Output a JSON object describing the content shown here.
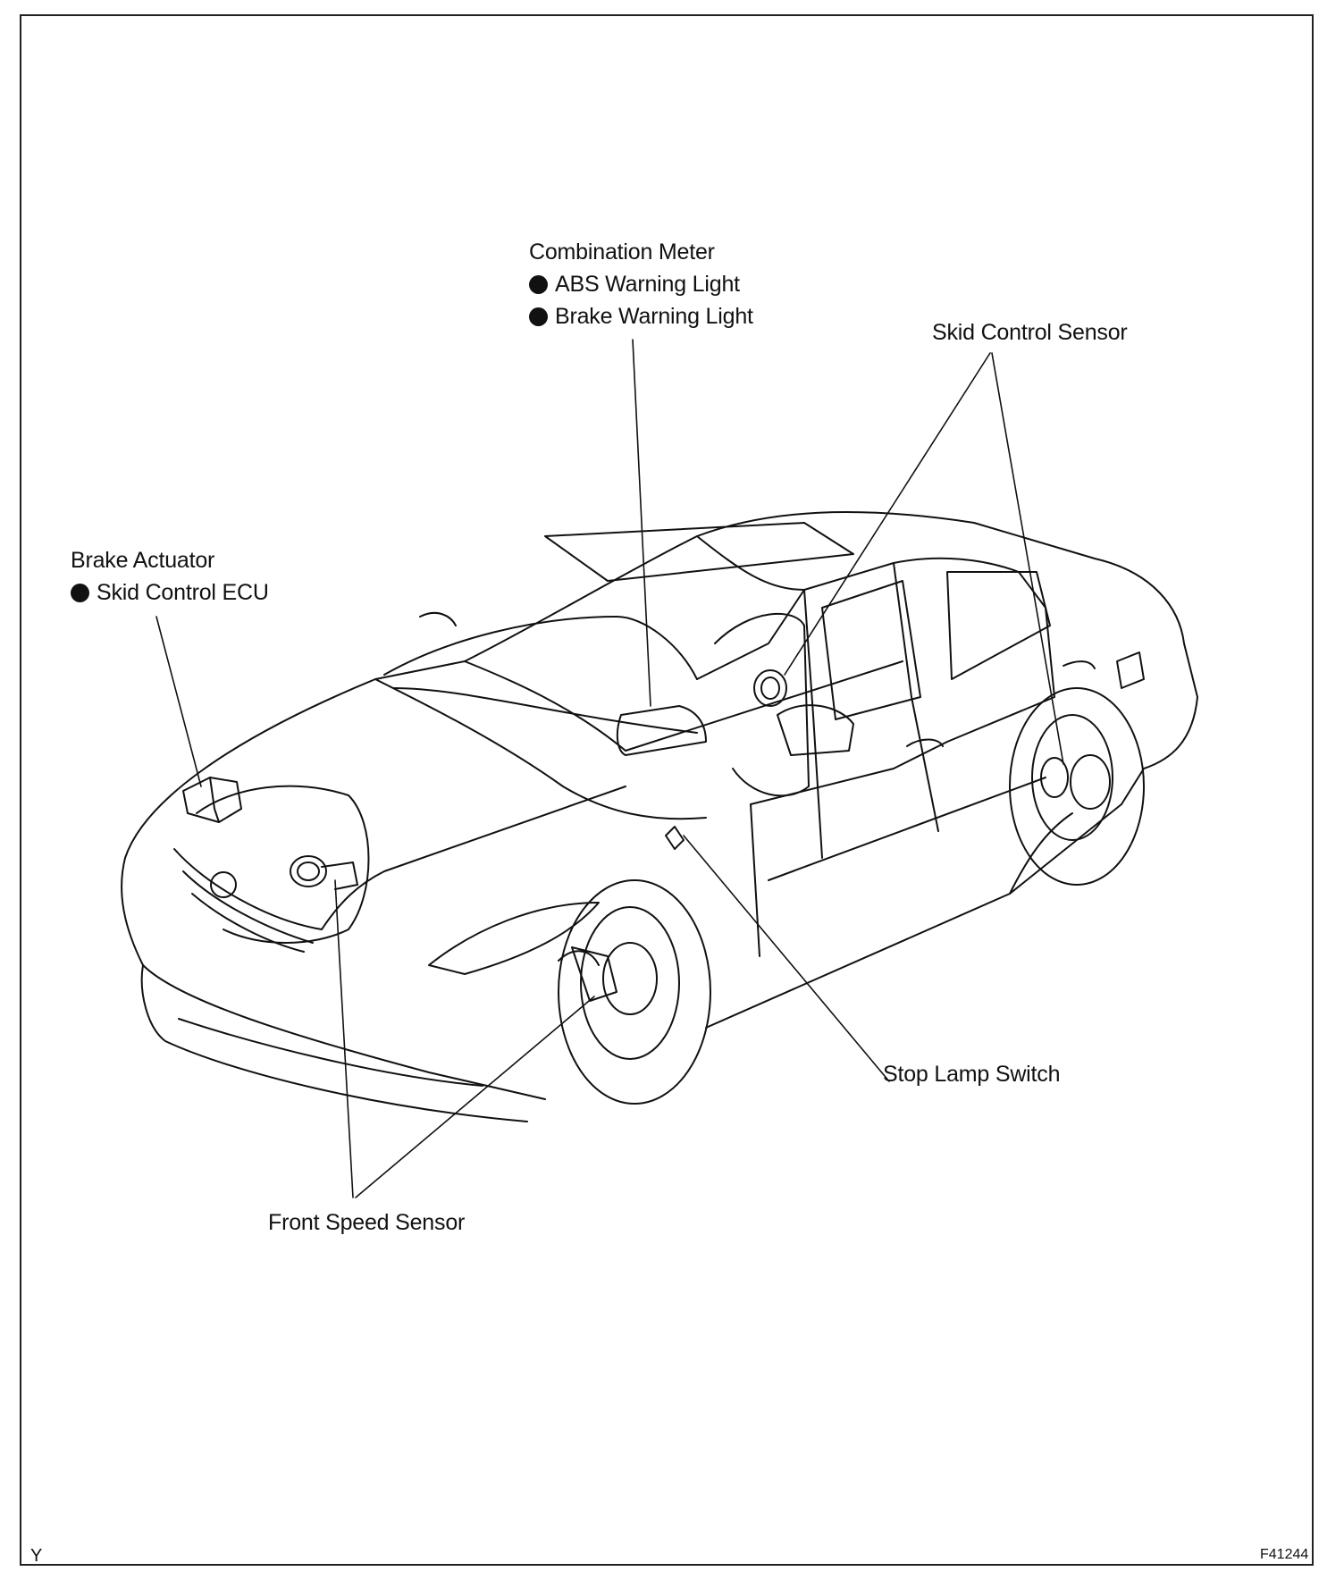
{
  "labels": {
    "combination_meter": {
      "title": "Combination Meter",
      "items": [
        "ABS Warning Light",
        "Brake Warning Light"
      ]
    },
    "skid_control_sensor": "Skid Control Sensor",
    "brake_actuator": {
      "title": "Brake Actuator",
      "items": [
        "Skid Control ECU"
      ]
    },
    "stop_lamp_switch": "Stop Lamp Switch",
    "front_speed_sensor": "Front Speed Sensor"
  },
  "corner_left": "Y",
  "corner_right": "F41244",
  "colors": {
    "line": "#111111",
    "background": "#ffffff"
  }
}
